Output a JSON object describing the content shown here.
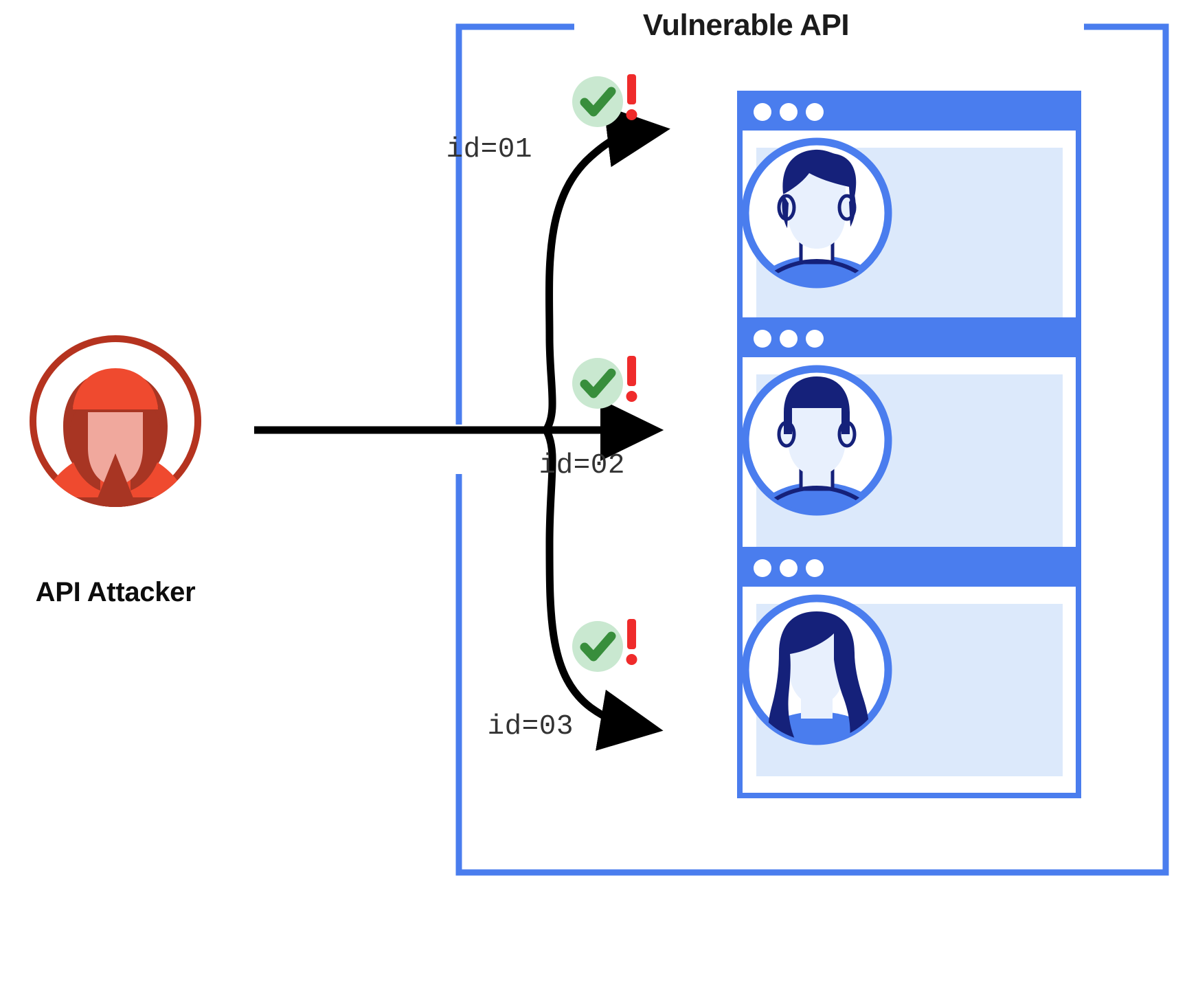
{
  "diagram": {
    "type": "api-attack-flow",
    "background_color": "#ffffff"
  },
  "boundary": {
    "label": "Vulnerable API",
    "color": "#4a7dee",
    "name": "vulnerable-api-boundary"
  },
  "actor": {
    "label": "API Attacker",
    "icon": "hacker-hoodie-icon",
    "colors": {
      "ring": "#b5331f",
      "hood_light": "#ef4a2f",
      "hood_dark": "#b5331f",
      "face": "#f0a89d",
      "laptop": "#a83523"
    }
  },
  "requests": [
    {
      "id": "req-1",
      "label": "id=01",
      "status_icon": "green-check-icon",
      "alert_icon": "red-exclamation-icon",
      "status_color": "#388e3c",
      "status_bg": "#c9e8d0",
      "alert_color": "#ef2b2b"
    },
    {
      "id": "req-2",
      "label": "id=02",
      "status_icon": "green-check-icon",
      "alert_icon": "red-exclamation-icon",
      "status_color": "#388e3c",
      "status_bg": "#c9e8d0",
      "alert_color": "#ef2b2b"
    },
    {
      "id": "req-3",
      "label": "id=03",
      "status_icon": "green-check-icon",
      "alert_icon": "red-exclamation-icon",
      "status_color": "#388e3c",
      "status_bg": "#c9e8d0",
      "alert_color": "#ef2b2b"
    }
  ],
  "resources": [
    {
      "id": "window-1",
      "avatar": "user-avatar-male-wavy-hair",
      "titlebar_dots": 3,
      "border_color": "#4a7dee",
      "titlebar_color": "#4a7dee",
      "screen_color": "#dce9fb",
      "avatar_hair_color": "#15217a"
    },
    {
      "id": "window-2",
      "avatar": "user-avatar-male-short-hair",
      "titlebar_dots": 3,
      "border_color": "#4a7dee",
      "titlebar_color": "#4a7dee",
      "screen_color": "#dce9fb",
      "avatar_hair_color": "#15217a"
    },
    {
      "id": "window-3",
      "avatar": "user-avatar-female-long-hair",
      "titlebar_dots": 3,
      "border_color": "#4a7dee",
      "titlebar_color": "#4a7dee",
      "screen_color": "#dce9fb",
      "avatar_hair_color": "#15217a"
    }
  ],
  "arrows": {
    "color": "#000000",
    "trunk_name": "attacker-request-trunk",
    "branch_names": [
      "arrow-to-window-1",
      "arrow-to-window-2",
      "arrow-to-window-3"
    ]
  }
}
